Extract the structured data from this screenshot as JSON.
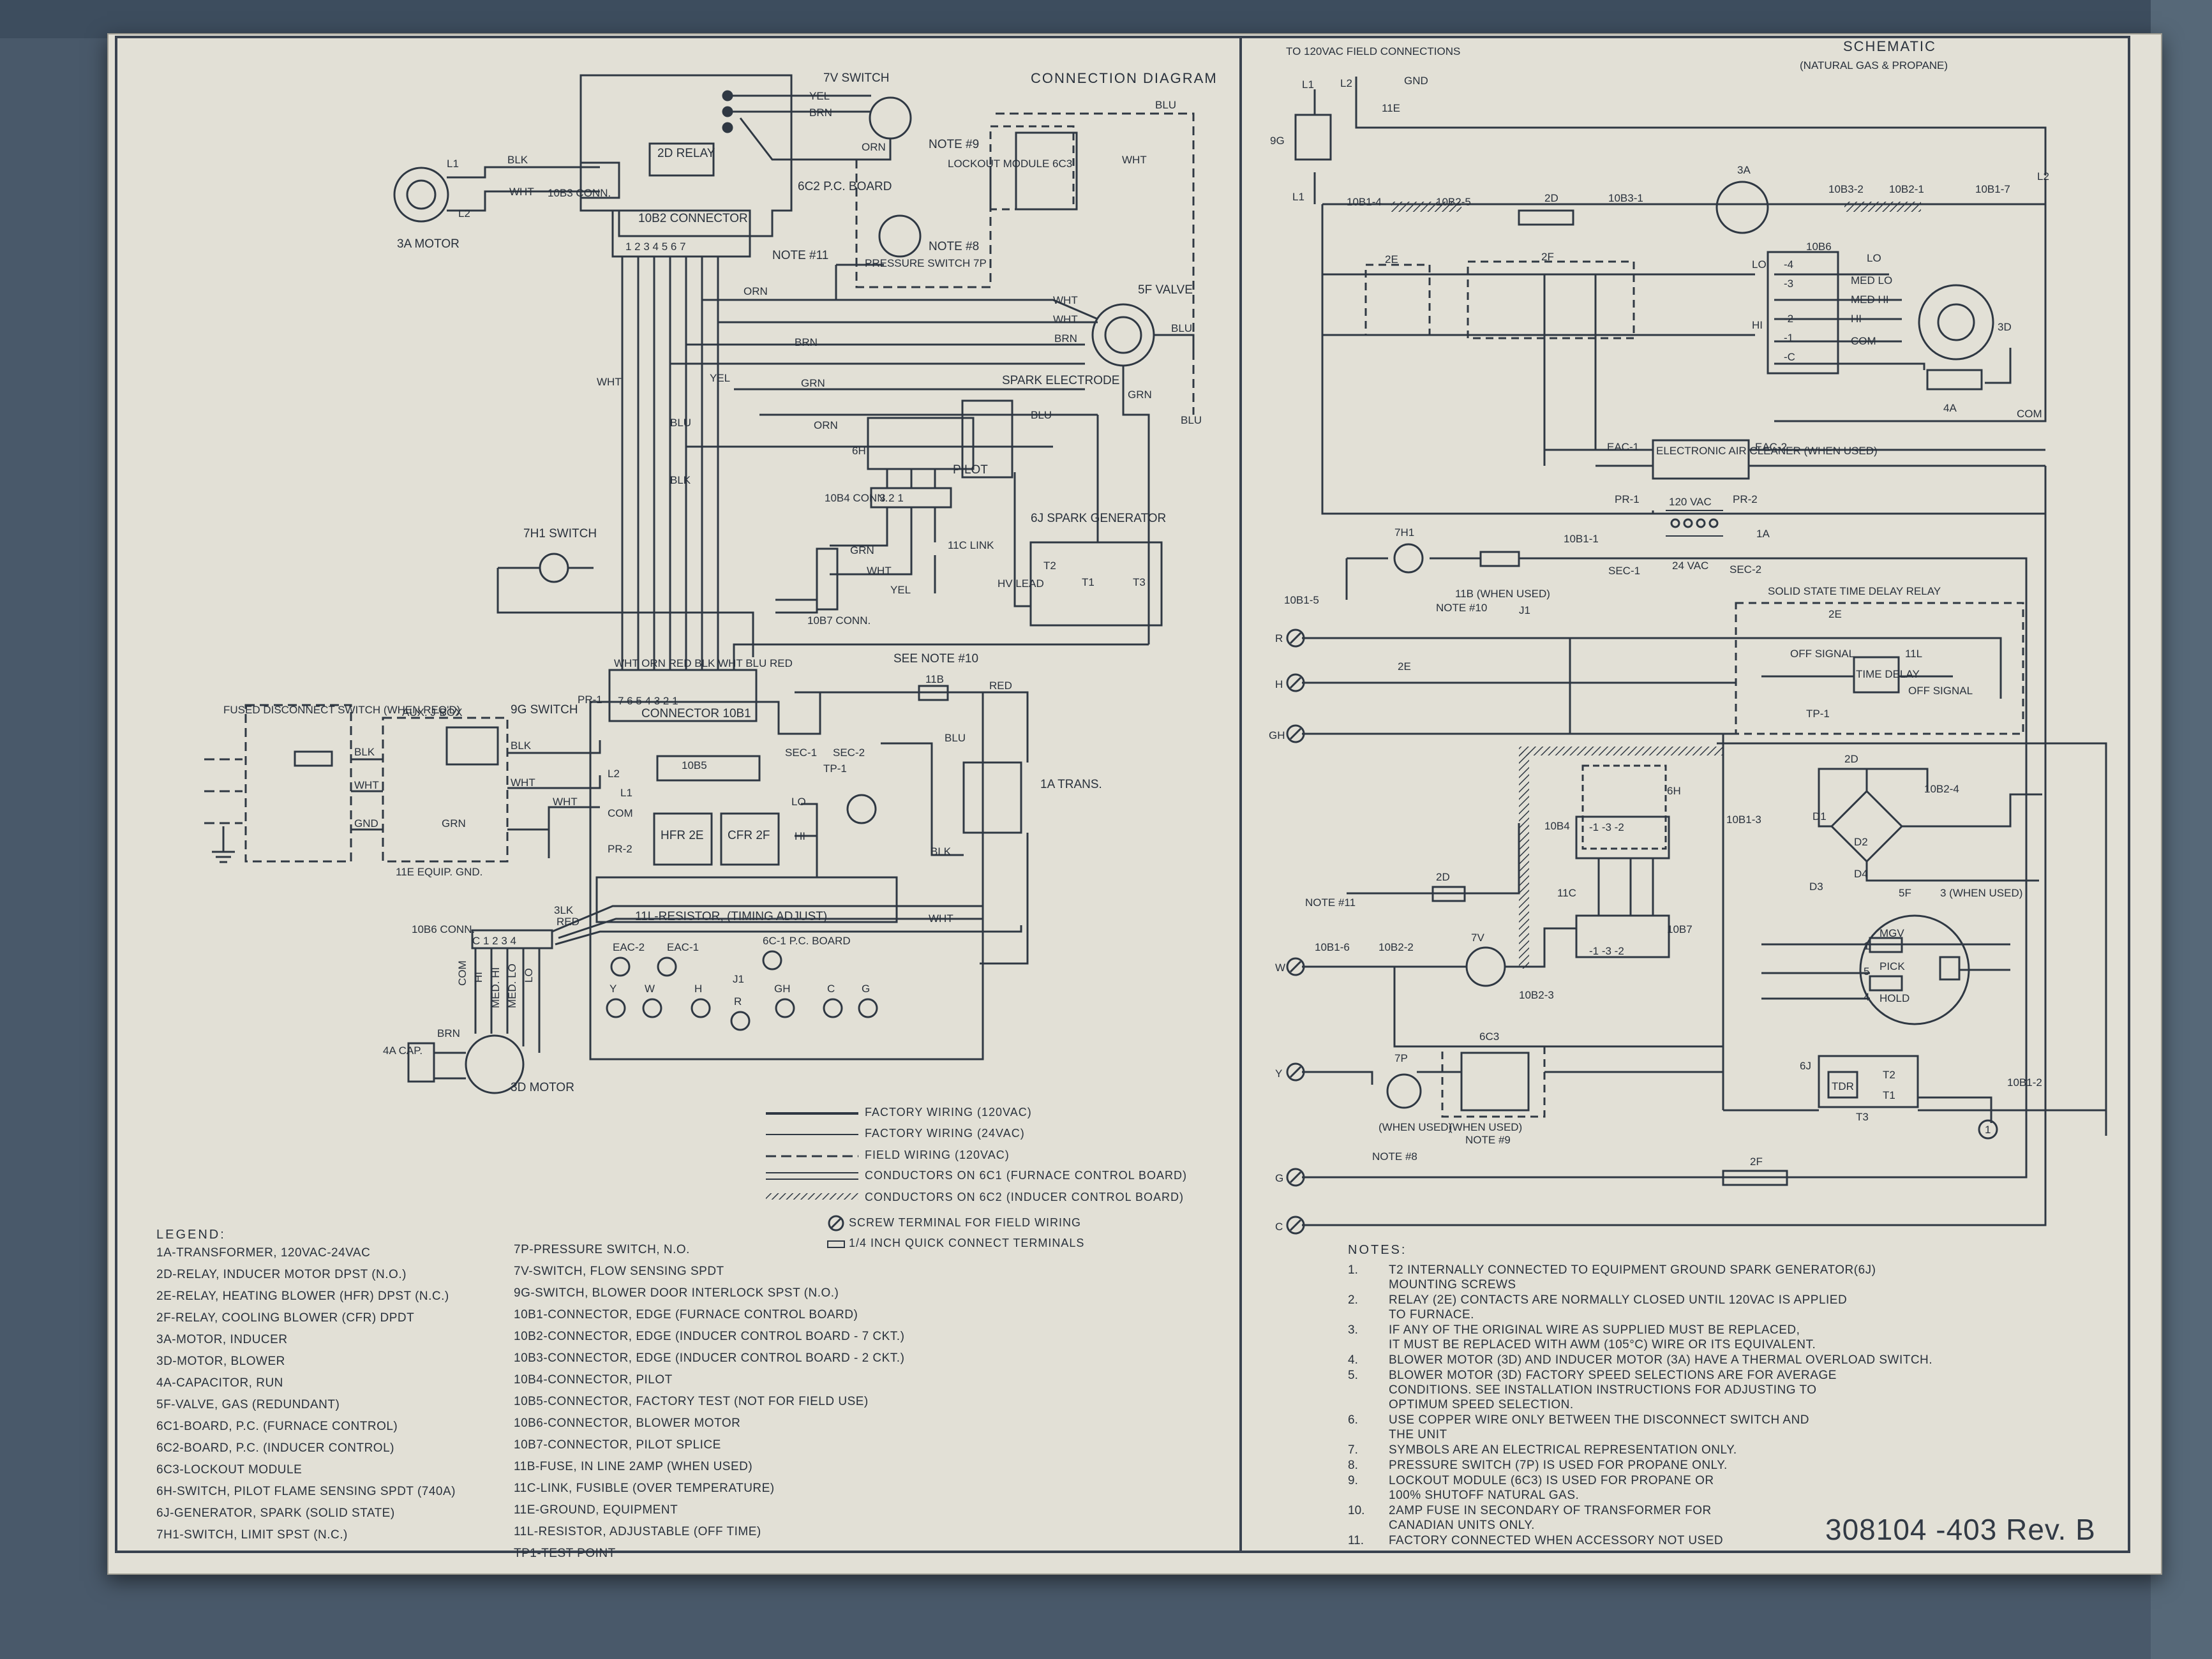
{
  "connection_diagram": {
    "title": "CONNECTION DIAGRAM",
    "labels": {
      "switch_7v": "7V SWITCH",
      "yel": "YEL",
      "brn": "BRN",
      "orn": "ORN",
      "blk": "BLK",
      "wht": "WHT",
      "blu": "BLU",
      "grn": "GRN",
      "red": "RED",
      "relay_2d": "2D RELAY",
      "conn_10b3": "10B3 CONN.",
      "motor_3a": "3A MOTOR",
      "l1": "L1",
      "l2": "L2",
      "board_6c2": "6C2 P.C. BOARD",
      "connector_10b2": "10B2 CONNECTOR",
      "pins_10b2": "1 2 3 4 5 6 7",
      "note9": "NOTE #9",
      "lockout_module": "LOCKOUT MODULE 6C3",
      "note11": "NOTE #11",
      "pressure_switch": "PRESSURE SWITCH 7P",
      "note8": "NOTE #8",
      "valve_5f": "5F VALVE",
      "spark_electrode": "SPARK ELECTRODE",
      "pilot": "PILOT",
      "tag_6h": "6H",
      "conn_10b4": "10B4 CONN.",
      "link_11c": "11C LINK",
      "spark_gen": "6J SPARK GENERATOR",
      "t1": "T1",
      "t2": "T2",
      "t3": "T3",
      "hv_lead": "HV LEAD",
      "conn_10b7": "10B7 CONN.",
      "switch_7h1": "7H1 SWITCH",
      "connector_10b1": "CONNECTOR 10B1",
      "pins_10b1": "7 6 5 4 3 2 1",
      "see_note_10": "SEE NOTE #10",
      "fuse_11b": "11B",
      "sec1": "SEC-1",
      "sec2": "SEC-2",
      "tp1": "TP-1",
      "trans_1a": "1A TRANS.",
      "fused_disconnect": "FUSED DISCONNECT SWITCH (WHEN REQ'D)",
      "aux_jbox": "AUX. J-BOX",
      "switch_9g": "9G SWITCH",
      "equip_gnd": "11E EQUIP. GND.",
      "gnd": "GND",
      "pr1": "PR-1",
      "pr2": "PR-2",
      "com": "COM",
      "lo": "LO",
      "hi": "HI",
      "conn_10b5": "10B5",
      "hfr_2e": "HFR 2E",
      "cfr_2f": "CFR 2F",
      "resistor_11l": "11L-RESISTOR, (TIMING ADJUST)",
      "eac2": "EAC-2",
      "eac1": "EAC-1",
      "board_6c1": "6C-1 P.C. BOARD",
      "terminals": [
        "Y",
        "W",
        "H",
        "R",
        "GH",
        "C",
        "G"
      ],
      "j1": "J1",
      "conn_10b6": "10B6 CONN.",
      "cap_4a": "4A CAP.",
      "motor_3d": "3D MOTOR",
      "med_hi": "MED. HI",
      "med_lo": "MED. LO"
    }
  },
  "schematic": {
    "title": "SCHEMATIC",
    "subtitle": "(NATURAL GAS & PROPANE)",
    "labels": {
      "to120": "TO 120VAC FIELD CONNECTIONS",
      "l1": "L1",
      "l2": "L2",
      "gnd": "GND",
      "ground_11e": "11E",
      "switch_9g": "9G",
      "c10b1_4": "10B1-4",
      "c10b2_5": "10B2-5",
      "relay_2d": "2D",
      "c10b3_1": "10B3-1",
      "motor_3a": "3A",
      "c10b3_2": "10B3-2",
      "c10b2_1": "10B2-1",
      "c10b1_7": "10B1-7",
      "relay_2e": "2E",
      "relay_2f": "2F",
      "lo": "LO",
      "hi": "HI",
      "pin_4": "-4",
      "pin_3": "-3",
      "pin_2": "-2",
      "pin_1": "-1",
      "pin_c": "-C",
      "c10b6": "10B6",
      "med_lo": "MED LO",
      "med_hi": "MED HI",
      "com": "COM",
      "motor_3d": "3D",
      "cap_4a": "4A",
      "eac1": "EAC-1",
      "eac2": "EAC-2",
      "air_cleaner": "ELECTRONIC AIR CLEANER (WHEN USED)",
      "pr1": "PR-1",
      "pr2": "PR-2",
      "v120": "120 VAC",
      "trans_1a": "1A",
      "switch_7h1": "7H1",
      "fuse_11b": "11B (WHEN USED)",
      "c10b1_1": "10B1-1",
      "sec1": "SEC-1",
      "v24": "24 VAC",
      "sec2": "SEC-2",
      "c10b1_5": "10B1-5",
      "note10": "NOTE #10",
      "j1": "J1",
      "time_delay": "SOLID STATE TIME DELAY RELAY",
      "off_signal": "OFF SIGNAL",
      "time_delay_box": "TIME DELAY",
      "resistor_11l": "11L",
      "tp1": "TP-1",
      "r": "R",
      "h": "H",
      "gh": "GH",
      "switch_6h": "6H",
      "c10b4": "10B4",
      "pins_10b4": "-1 -3 -2",
      "link_11c": "11C",
      "c10b7": "10B7",
      "pins_10b7": "-1 -3 -2",
      "c10b1_3": "10B1-3",
      "c10b2_4": "10B2-4",
      "d1": "D1",
      "d2": "D2",
      "d3": "D3",
      "d4": "D4",
      "note11": "NOTE #11",
      "c10b1_6": "10B1-6",
      "c10b2_2": "10B2-2",
      "c10b2_3": "10B2-3",
      "switch_7v": "7V",
      "w": "W",
      "valve_5f": "5F",
      "when_used": "3 (WHEN USED)",
      "mgv": "MGV",
      "pick": "PICK",
      "hold": "HOLD",
      "pin5_1": "1",
      "pin5_5": "5",
      "pin5_4": "4",
      "y": "Y",
      "press_7p": "7P",
      "lock_6c3": "6C3",
      "when_used_7p": "(WHEN USED)",
      "when_used_6c3": "(WHEN USED)",
      "note8": "NOTE #8",
      "note9": "NOTE #9",
      "gen_6j": "6J",
      "tdr": "TDR",
      "t1": "T1",
      "t2": "T2",
      "t3": "T3",
      "c10b1_2": "10B1-2",
      "circled_1": "1",
      "g": "G",
      "c": "C",
      "relay_2f_b": "2F"
    }
  },
  "wiring_key": [
    "FACTORY WIRING (120VAC)",
    "FACTORY WIRING (24VAC)",
    "FIELD WIRING (120VAC)",
    "CONDUCTORS ON 6C1 (FURNACE CONTROL BOARD)",
    "CONDUCTORS ON 6C2 (INDUCER CONTROL BOARD)",
    "SCREW TERMINAL FOR FIELD WIRING",
    "1/4 INCH QUICK CONNECT TERMINALS"
  ],
  "legend": {
    "title": "LEGEND:",
    "col1": [
      "1A-TRANSFORMER, 120VAC-24VAC",
      "2D-RELAY, INDUCER MOTOR DPST (N.O.)",
      "2E-RELAY, HEATING BLOWER (HFR) DPST (N.C.)",
      "2F-RELAY, COOLING BLOWER (CFR) DPDT",
      "3A-MOTOR, INDUCER",
      "3D-MOTOR, BLOWER",
      "4A-CAPACITOR, RUN",
      "5F-VALVE, GAS (REDUNDANT)",
      "6C1-BOARD, P.C. (FURNACE CONTROL)",
      "6C2-BOARD, P.C. (INDUCER CONTROL)",
      "6C3-LOCKOUT MODULE",
      "6H-SWITCH, PILOT FLAME SENSING SPDT (740A)",
      "6J-GENERATOR, SPARK (SOLID STATE)",
      "7H1-SWITCH, LIMIT SPST (N.C.)"
    ],
    "col2": [
      "7P-PRESSURE SWITCH, N.O.",
      "7V-SWITCH, FLOW SENSING SPDT",
      "9G-SWITCH, BLOWER DOOR INTERLOCK SPST (N.O.)",
      "10B1-CONNECTOR, EDGE (FURNACE CONTROL BOARD)",
      "10B2-CONNECTOR, EDGE (INDUCER CONTROL BOARD - 7 CKT.)",
      "10B3-CONNECTOR, EDGE (INDUCER CONTROL BOARD - 2 CKT.)",
      "10B4-CONNECTOR, PILOT",
      "10B5-CONNECTOR, FACTORY TEST (NOT FOR FIELD USE)",
      "10B6-CONNECTOR, BLOWER MOTOR",
      "10B7-CONNECTOR, PILOT SPLICE",
      "11B-FUSE, IN LINE 2AMP (WHEN USED)",
      "11C-LINK, FUSIBLE (OVER TEMPERATURE)",
      "11E-GROUND, EQUIPMENT",
      "11L-RESISTOR, ADJUSTABLE (OFF TIME)",
      "TP1-TEST POINT"
    ]
  },
  "notes": {
    "title": "NOTES:",
    "items": [
      {
        "num": "1.",
        "lines": [
          "T2 INTERNALLY CONNECTED TO EQUIPMENT GROUND SPARK GENERATOR(6J)",
          "MOUNTING SCREWS"
        ]
      },
      {
        "num": "2.",
        "lines": [
          "RELAY (2E) CONTACTS ARE NORMALLY CLOSED UNTIL 120VAC IS APPLIED",
          "TO FURNACE."
        ]
      },
      {
        "num": "3.",
        "lines": [
          "IF ANY OF THE ORIGINAL WIRE AS SUPPLIED MUST BE REPLACED,",
          "IT MUST BE REPLACED WITH AWM (105°C) WIRE OR ITS EQUIVALENT."
        ]
      },
      {
        "num": "4.",
        "lines": [
          "BLOWER MOTOR (3D) AND INDUCER MOTOR (3A) HAVE A THERMAL OVERLOAD SWITCH."
        ]
      },
      {
        "num": "5.",
        "lines": [
          "BLOWER MOTOR (3D)  FACTORY SPEED SELECTIONS ARE FOR AVERAGE",
          "CONDITIONS.  SEE INSTALLATION INSTRUCTIONS FOR ADJUSTING TO",
          "OPTIMUM SPEED SELECTION."
        ]
      },
      {
        "num": "6.",
        "lines": [
          "USE COPPER WIRE ONLY BETWEEN THE DISCONNECT SWITCH AND",
          "THE UNIT"
        ]
      },
      {
        "num": "7.",
        "lines": [
          "SYMBOLS ARE AN ELECTRICAL REPRESENTATION ONLY."
        ]
      },
      {
        "num": "8.",
        "lines": [
          "PRESSURE SWITCH (7P) IS USED FOR PROPANE ONLY."
        ]
      },
      {
        "num": "9.",
        "lines": [
          "LOCKOUT MODULE (6C3) IS USED FOR PROPANE OR",
          "100% SHUTOFF NATURAL GAS."
        ]
      },
      {
        "num": "10.",
        "lines": [
          "2AMP FUSE IN SECONDARY OF TRANSFORMER FOR",
          "CANADIAN UNITS ONLY."
        ]
      },
      {
        "num": "11.",
        "lines": [
          "FACTORY CONNECTED WHEN ACCESSORY NOT USED"
        ]
      }
    ]
  },
  "part_number": "308104 -403  Rev. B"
}
